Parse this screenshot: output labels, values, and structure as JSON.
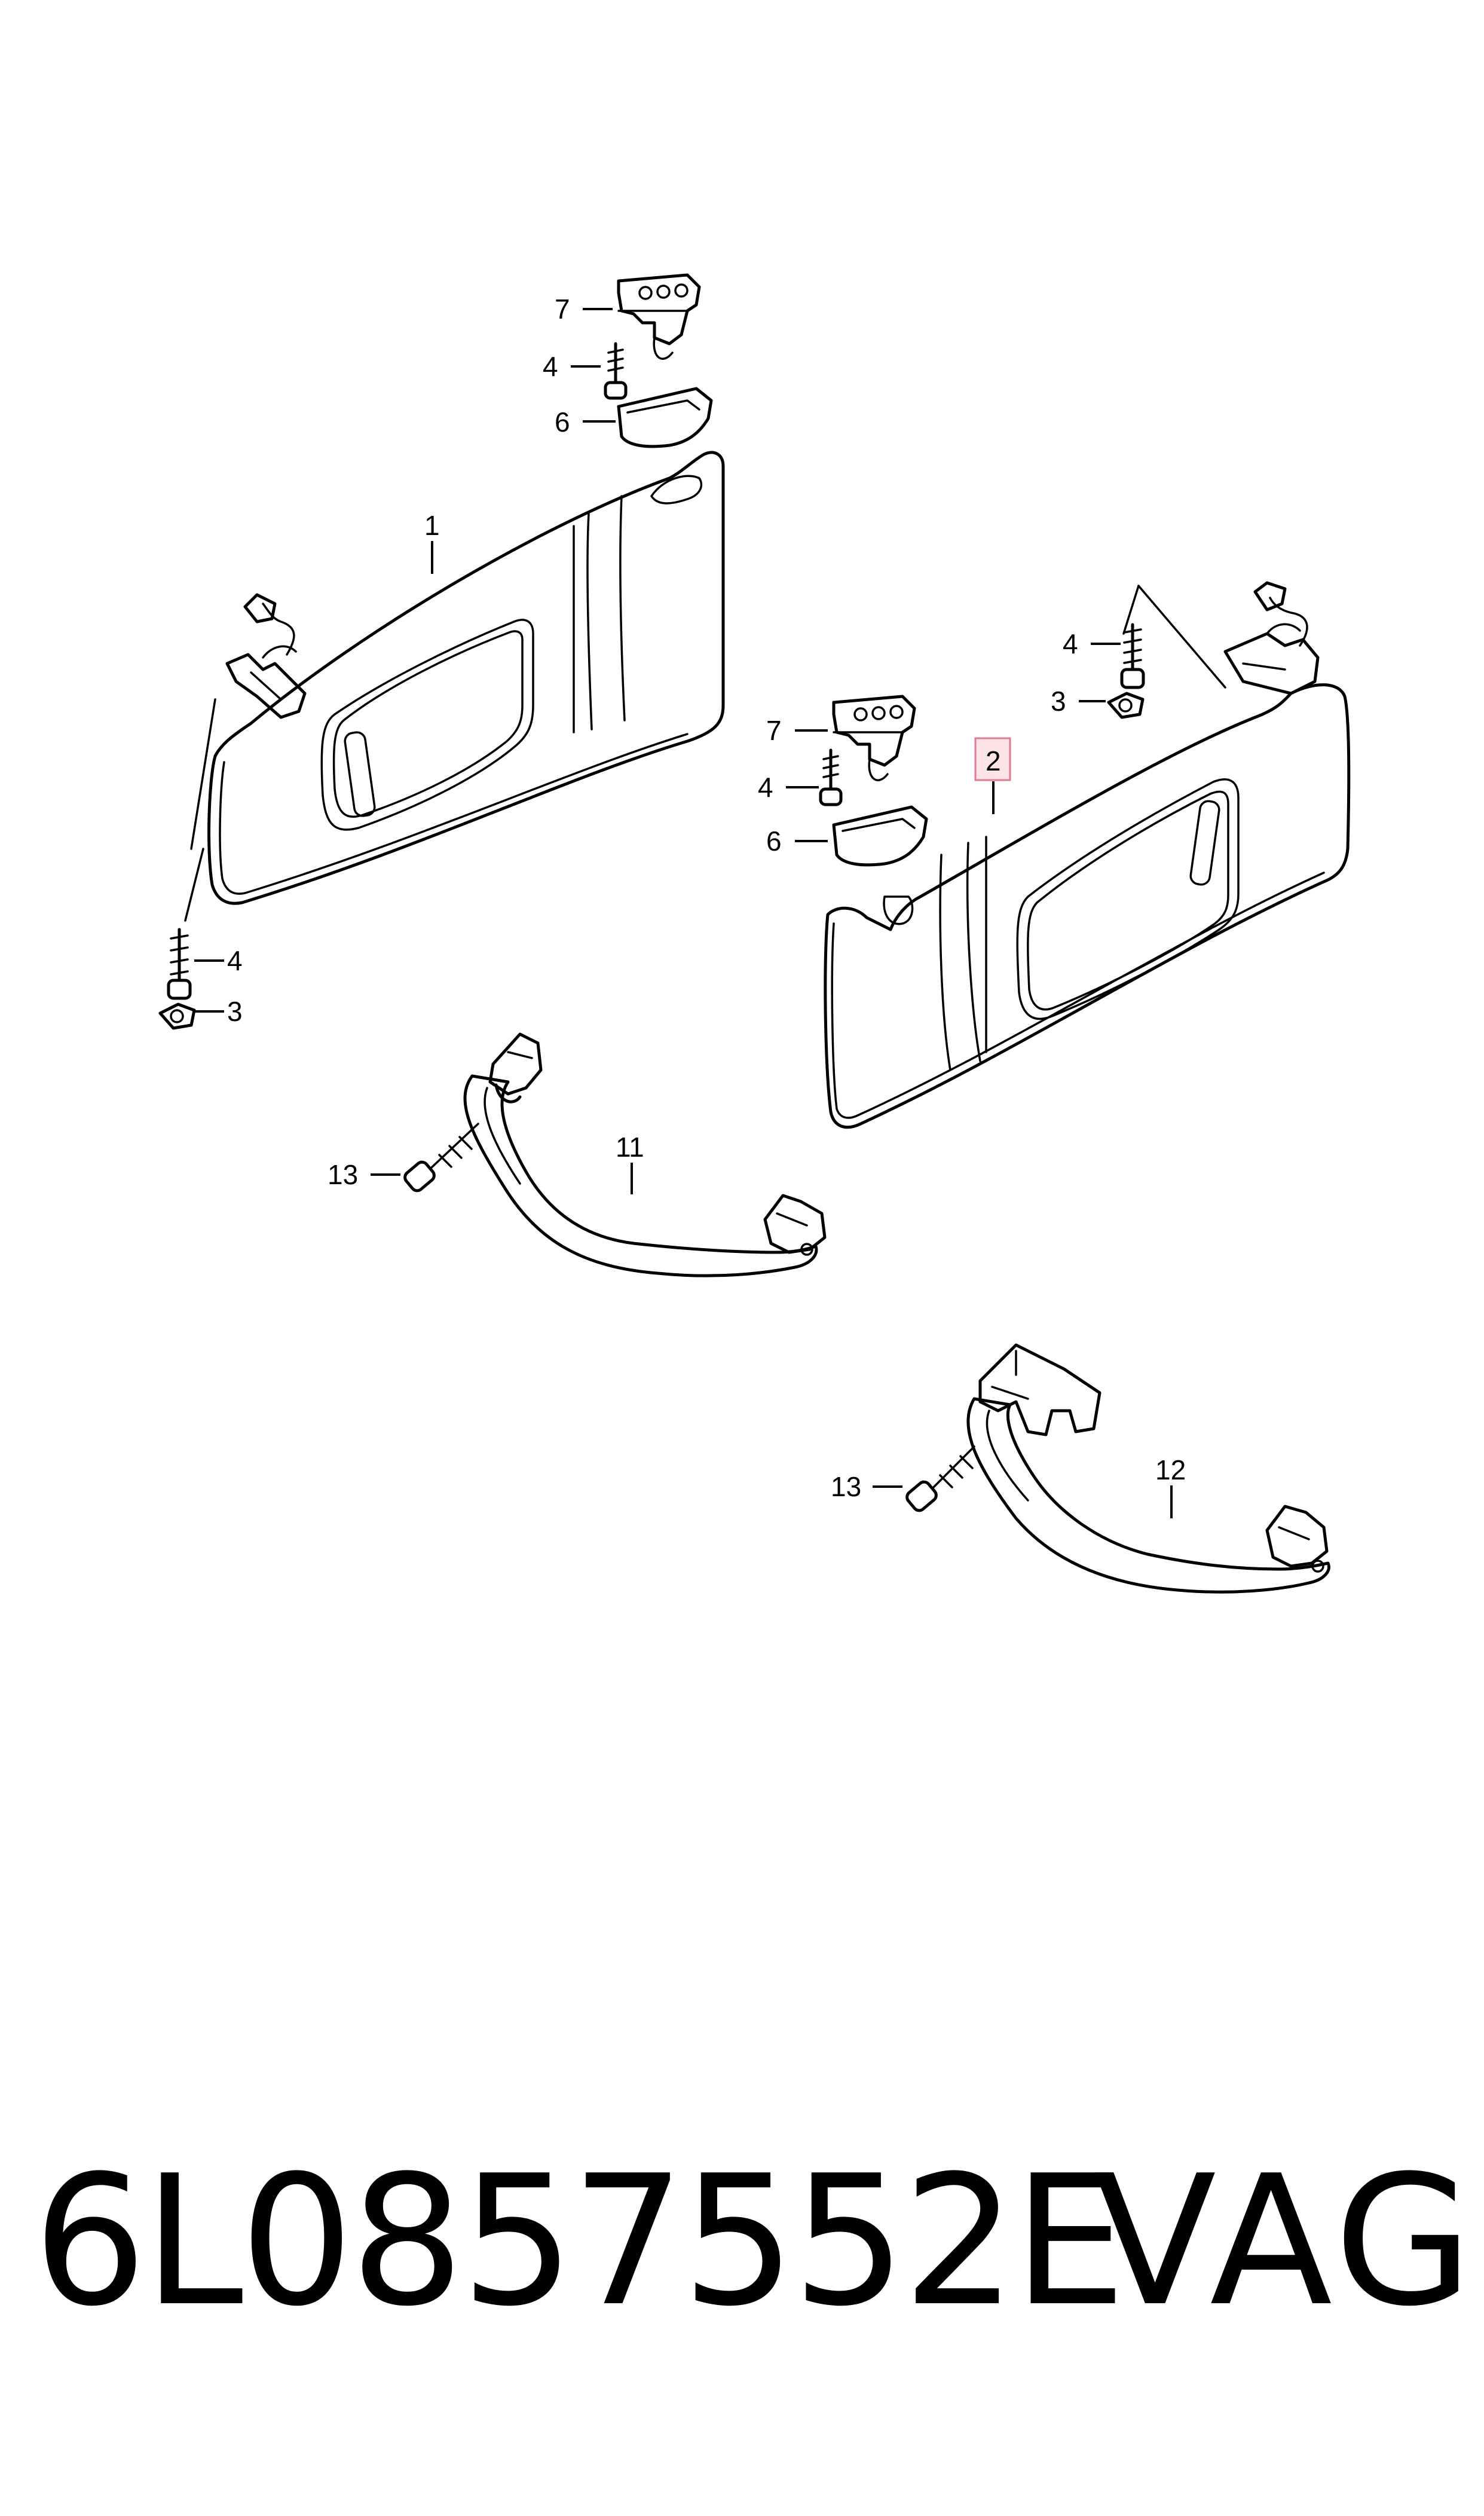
{
  "diagram": {
    "callouts": {
      "c1": "1",
      "c2": "2",
      "c3a": "3",
      "c3b": "3",
      "c4a": "4",
      "c4b": "4",
      "c4c": "4",
      "c4d": "4",
      "c6a": "6",
      "c6b": "6",
      "c7a": "7",
      "c7b": "7",
      "c11": "11",
      "c12": "12",
      "c13a": "13",
      "c13b": "13"
    },
    "highlighted_callout": "2",
    "highlight_color": "#e27a8f"
  },
  "footer": {
    "part_number": "6L0857552E",
    "brand": "VAG"
  }
}
